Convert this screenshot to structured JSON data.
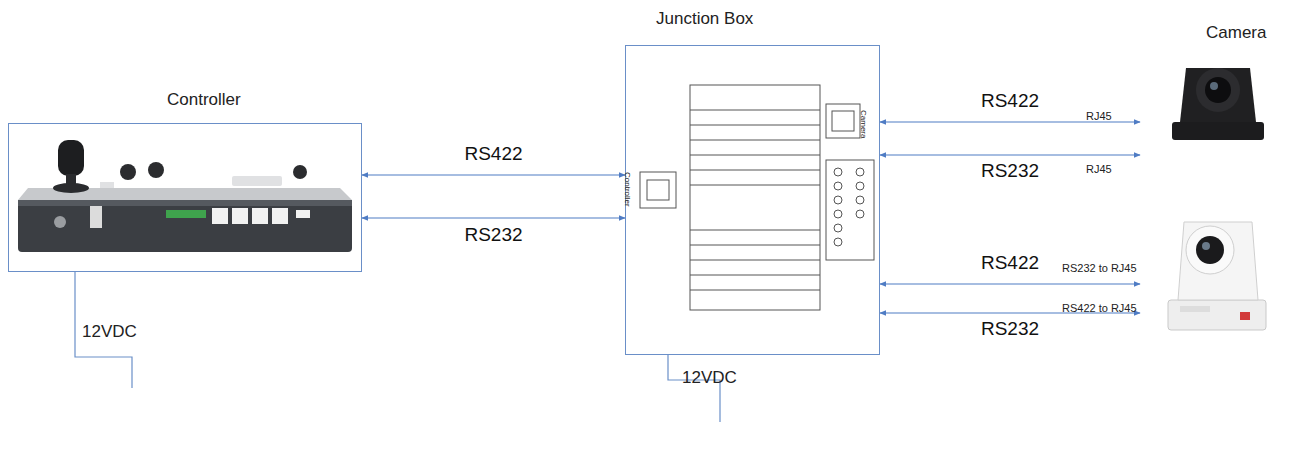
{
  "diagram": {
    "nodes": [
      {
        "text": [
          "Controller"
        ]
      },
      {
        "text": [
          "Junction Box"
        ]
      },
      {
        "text": [
          "Camera"
        ]
      }
    ],
    "edges": [
      {
        "from": 0,
        "to": 1,
        "arrow": "both",
        "label": "RS422"
      },
      {
        "from": 0,
        "to": 1,
        "arrow": "both",
        "label": "RS232"
      },
      {
        "from": 1,
        "to": 2,
        "arrow": "both",
        "label": "RS422"
      },
      {
        "from": 1,
        "to": 2,
        "arrow": "both",
        "label": "RS232"
      },
      {
        "from": 1,
        "to": 2,
        "arrow": "both",
        "label": "RS422"
      },
      {
        "from": 1,
        "to": 2,
        "arrow": "both",
        "label": "RS232"
      }
    ],
    "labels": [
      "RJ45",
      "RJ45",
      "RS232 to RJ45",
      "RS422 to RJ45",
      "12VDC",
      "12VDC",
      "Controller",
      "Camera"
    ]
  }
}
